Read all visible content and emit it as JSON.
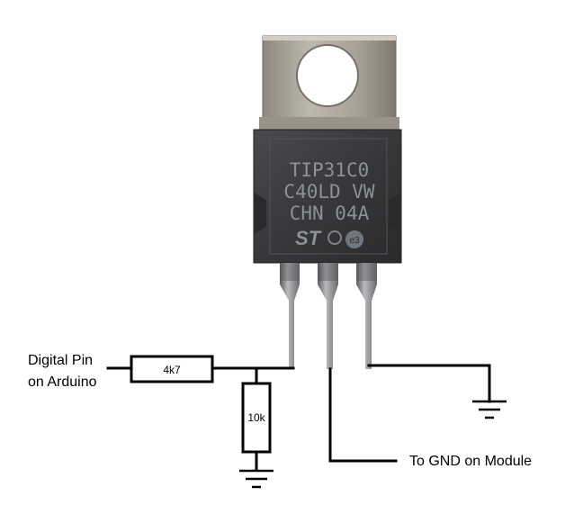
{
  "transistor": {
    "marking_lines": [
      "TIP31C0",
      "C40LD VW",
      "CHN 04A"
    ],
    "logo_text": "ST",
    "cert_text": "e3"
  },
  "labels": {
    "input_line1": "Digital Pin",
    "input_line2": "on Arduino",
    "resistor_series": "4k7",
    "resistor_pulldown": "10k",
    "output": "To GND on Module"
  },
  "colors": {
    "wire": "#000000",
    "tab": "#a9a39a",
    "body": "#3b3b3d",
    "leg": "#8c8d8f"
  }
}
